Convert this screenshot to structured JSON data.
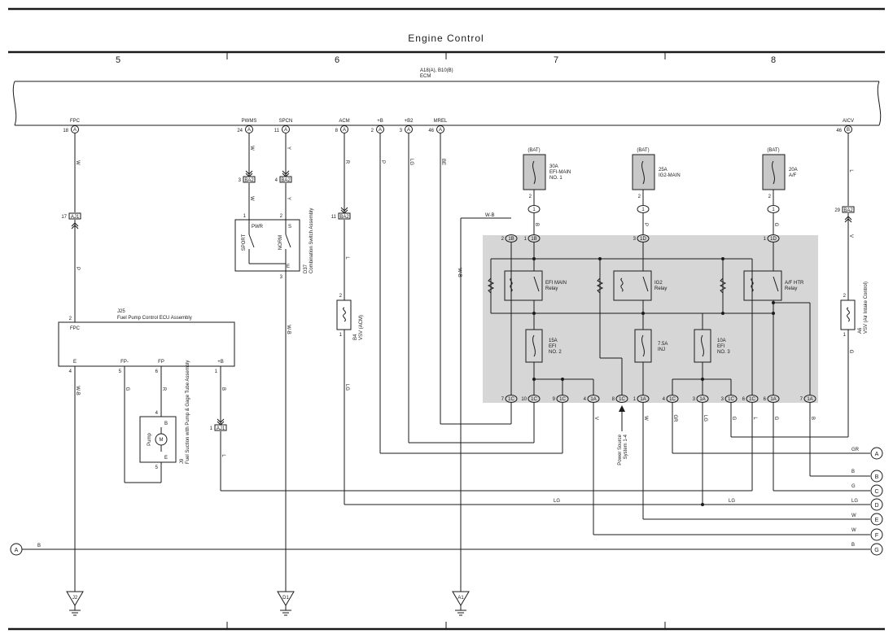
{
  "header": {
    "title": "Engine Control",
    "zones": [
      "5",
      "6",
      "7",
      "8"
    ]
  },
  "ecm": {
    "code": "A18(A), B10(B)",
    "name": "ECM"
  },
  "ecm_pins": [
    {
      "label": "FPC",
      "pin": "18",
      "conn": "A"
    },
    {
      "label": "PWMS",
      "pin": "24",
      "conn": "A"
    },
    {
      "label": "SPCN",
      "pin": "11",
      "conn": "A"
    },
    {
      "label": "ACM",
      "pin": "8",
      "conn": "A"
    },
    {
      "label": "+B",
      "pin": "2",
      "conn": "A"
    },
    {
      "label": "+B2",
      "pin": "3",
      "conn": "A"
    },
    {
      "label": "MREL",
      "pin": "46",
      "conn": "A"
    },
    {
      "label": "AICV",
      "pin": "46",
      "conn": "B"
    }
  ],
  "wires": {
    "fpc_top": "W",
    "fpc_mid": "P",
    "fpc_low": "W-B",
    "pwms_top": "W",
    "pwms_low": "W",
    "spcn_top": "Y",
    "spcn_low": "Y",
    "spcn_ground": "W-B",
    "acm_top": "R",
    "acm_mid": "L",
    "acm_low": "LG",
    "b_p": "P",
    "b2_lg": "LG",
    "mrel_be": "BE",
    "mrel_wb": "W-B",
    "mrel_vb": "W-B",
    "aicv_top": "L",
    "aicv_mid": "V",
    "aicv_low": "G",
    "efi_b": "B",
    "ig2_p": "P",
    "af_g": "G",
    "ecu_fp_minus": "G",
    "ecu_fp": "R",
    "ecu_b": "B",
    "ecu_l": "L",
    "out_1a4": "V",
    "out_1a1": "W",
    "out_1c4": "GR",
    "out_1a3": "LG",
    "out_1c3": "G",
    "out_1c6": "L",
    "out_1a6": "G",
    "out_1a7": "B",
    "bus_a": "B"
  },
  "junctions": {
    "ba2_a": {
      "pin": "3",
      "code": "BA2"
    },
    "ba2_b": {
      "pin": "4",
      "code": "BA2"
    },
    "ba2_c": {
      "pin": "11",
      "code": "BA2"
    },
    "ba2_d": {
      "pin": "29",
      "code": "BA2"
    },
    "aj1_a": {
      "pin": "17",
      "code": "AJ1"
    },
    "aj1_b": {
      "pin": "1",
      "code": "AJ1"
    },
    "j1b_2": "1B",
    "j1b_1": "1B",
    "j1d_3": "1D",
    "j1d_1": "1D",
    "j1_1": "1",
    "j1c_7": "1C",
    "j1c_10": "1C",
    "j1c_9": "1C",
    "j1a_4": "1A",
    "j1c_8": "1C",
    "j1a_1": "1A",
    "j1c_4": "1C",
    "j1a_3": "1A",
    "j1c_3": "1C",
    "j1c_6": "1C",
    "j1a_6": "1A",
    "j1a_7": "1A",
    "pin_2b": "2",
    "pin_1b": "1",
    "pin_3d": "3",
    "pin_1d": "1",
    "pin_7c": "7",
    "pin_10c": "10",
    "pin_9c": "9",
    "pin_4a": "4",
    "pin_8c": "8",
    "pin_1a": "1",
    "pin_4c": "4",
    "pin_3a": "3",
    "pin_3c": "3",
    "pin_6c": "6",
    "pin_6a": "6",
    "pin_7a": "7"
  },
  "pins": {
    "d37_1": "1",
    "d37_2": "2",
    "d37_3": "3",
    "b4_2": "2",
    "b4_1": "1",
    "a6_2": "2",
    "a6_1": "1",
    "j25_2": "2",
    "j25_4": "4",
    "j25_5": "5",
    "j25_6": "6",
    "j25_1": "1",
    "j9_4": "4",
    "j9_5": "5",
    "fuse_efi_2": "2",
    "fuse_ig2_2": "2",
    "fuse_af_2": "2"
  },
  "components": {
    "d37": {
      "code": "D37",
      "name": "Combination Switch Assembly",
      "pwr": "PWR",
      "s": "S",
      "sport": "SPORT",
      "norm": "NORM",
      "e": "E"
    },
    "b4": {
      "code": "B4",
      "name": "VSV (ACM)"
    },
    "a6": {
      "code": "A6",
      "name": "VSV (Air Intake Control)"
    },
    "j25": {
      "code": "J25",
      "name": "Fuel Pump Control ECU Assembly",
      "fpc": "FPC",
      "e": "E",
      "fpm": "FP-",
      "fp": "FP",
      "b": "+B"
    },
    "j9": {
      "code": "J9",
      "name": "Fuel Suction with Pump & Gage Tube Assembly",
      "pump": "Pump",
      "m": "M",
      "b": "B",
      "e": "E"
    },
    "ps": {
      "line1": "Power Source",
      "line2": "System 1-4"
    }
  },
  "fuses": [
    {
      "bat": "(BAT)",
      "amp": "30A",
      "name": "EFI-MAIN",
      "sub": "NO. 1"
    },
    {
      "bat": "(BAT)",
      "amp": "25A",
      "name": "IG2-MAIN",
      "sub": ""
    },
    {
      "bat": "(BAT)",
      "amp": "20A",
      "name": "A/F",
      "sub": ""
    },
    {
      "bat": "",
      "amp": "15A",
      "name": "EFI",
      "sub": "NO. 2"
    },
    {
      "bat": "",
      "amp": "7.5A",
      "name": "INJ",
      "sub": ""
    },
    {
      "bat": "",
      "amp": "10A",
      "name": "EFI",
      "sub": "NO. 3"
    }
  ],
  "relays": [
    {
      "name": "EFI MAIN",
      "sub": "Relay"
    },
    {
      "name": "IG2",
      "sub": "Relay"
    },
    {
      "name": "A/F HTR",
      "sub": "Relay"
    }
  ],
  "offpage": [
    {
      "id": "A",
      "wire": "GR"
    },
    {
      "id": "B",
      "wire": "B"
    },
    {
      "id": "C",
      "wire": "G"
    },
    {
      "id": "D",
      "wire": "LG",
      "wire2": "LG",
      "wire3": "LG"
    },
    {
      "id": "E",
      "wire": "W"
    },
    {
      "id": "F",
      "wire": "W"
    },
    {
      "id": "G",
      "wire": "B"
    }
  ],
  "left_conn": "A",
  "grounds": [
    "J2",
    "D1",
    "A1"
  ],
  "colors": {
    "shade": "#d6d6d6",
    "fuse_fill": "#c8c8c8",
    "line": "#1a1a1a"
  }
}
